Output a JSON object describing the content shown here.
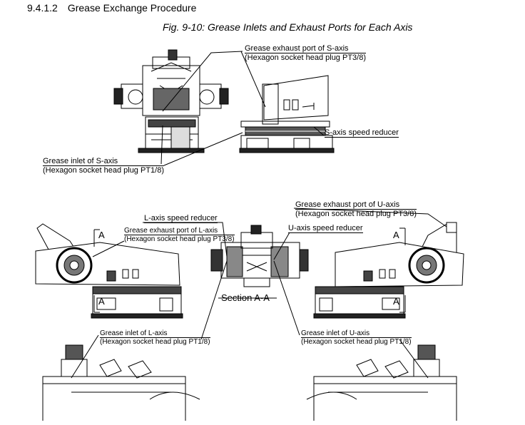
{
  "heading": {
    "number": "9.4.1.2",
    "title": "Grease Exchange Procedure"
  },
  "figure": {
    "caption": "Fig. 9-10: Grease Inlets and Exhaust Ports for Each Axis"
  },
  "labels": {
    "s_exhaust_title": "Grease exhaust port of S-axis",
    "s_exhaust_plug": "(Hexagon socket head plug PT3/8)",
    "s_reducer": "S-axis speed reducer",
    "s_inlet_title": "Grease inlet of S-axis",
    "s_inlet_plug": "(Hexagon socket head plug PT1/8)",
    "u_exhaust_title": "Grease exhaust port of U-axis",
    "u_exhaust_plug": "(Hexagon socket head plug PT3/8)",
    "l_reducer": "L-axis speed reducer",
    "l_exhaust_title": "Grease exhaust port of L-axis",
    "l_exhaust_plug": "(Hexagon socket head plug PT3/8)",
    "u_reducer": "U-axis speed reducer",
    "section": "Section A-A",
    "mark_a": "A",
    "l_inlet_title": "Grease inlet of L-axis",
    "l_inlet_plug": "(Hexagon socket head plug PT1/8)",
    "u_inlet_title": "Grease inlet of U-axis",
    "u_inlet_plug": "(Hexagon socket head plug PT1/8)"
  }
}
